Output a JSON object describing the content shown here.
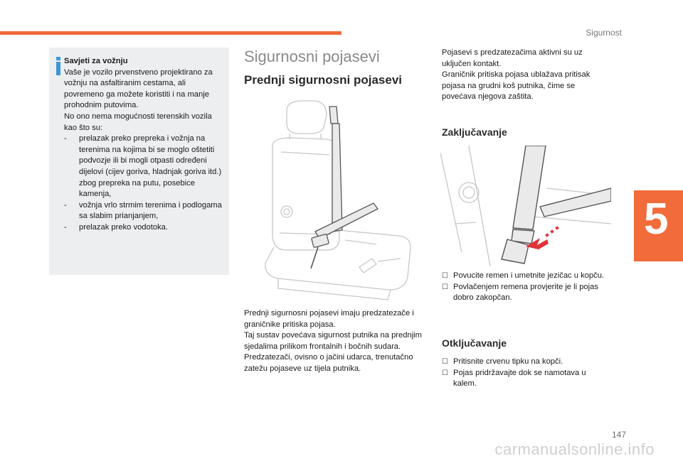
{
  "header": {
    "section": "Sigurnost",
    "chapter_number": "5"
  },
  "tip": {
    "title": "Savjeti za vožnju",
    "intro": "Vaše je vozilo prvenstveno projektirano za vožnju na asfaltiranim cestama, ali povremeno ga možete koristiti i na manje prohodnim putovima.",
    "lead": "No ono nema mogućnosti terenskih vozila kao što su:",
    "items": [
      "prelazak preko prepreka i vožnja na terenima na kojima bi se moglo oštetiti podvozje ili bi mogli otpasti određeni dijelovi (cijev goriva, hladnjak goriva itd.) zbog prepreka na putu, posebice kamenja,",
      "vožnja vrlo strmim terenima i podlogama sa slabim prianjanjem,",
      "prelazak preko vodotoka."
    ]
  },
  "main": {
    "title": "Sigurnosni pojasevi",
    "subtitle": "Prednji sigurnosni pojasevi",
    "front_text_1": "Prednji sigurnosni pojasevi imaju predzatezače i graničnike pritiska pojasa.",
    "front_text_2": "Taj sustav povećava sigurnost putnika na prednjim sjedalima prilikom frontalnih i bočnih sudara. Predzatezači, ovisno o jačini udarca, trenutačno zatežu pojaseve uz tijela putnika."
  },
  "right": {
    "text_1": "Pojasevi s predzatezačima aktivni su uz uključen kontakt.",
    "text_2": "Graničnik pritiska pojasa ublažava pritisak pojasa na grudni koš putnika, čime se povećava njegova zaštita.",
    "lock_title": "Zaključavanje",
    "lock_items": [
      "Povucite remen i umetnite jezičac u kopču.",
      "Povlačenjem remena provjerite je li pojas dobro zakopčan."
    ],
    "unlock_title": "Otključavanje",
    "unlock_items": [
      "Pritisnite crvenu tipku na kopči.",
      "Pojas pridržavajte dok se namotava u kalem."
    ]
  },
  "footer": {
    "page_number": "147",
    "watermark": "carmanualsonline.info"
  },
  "colors": {
    "accent": "#f26b3a",
    "tip_bg": "#eceeef",
    "info_icon": "#3e97d3",
    "arrow": "#e0343a"
  },
  "icons": {
    "tip": "info-icon",
    "list_marker": "checkbox-icon"
  }
}
